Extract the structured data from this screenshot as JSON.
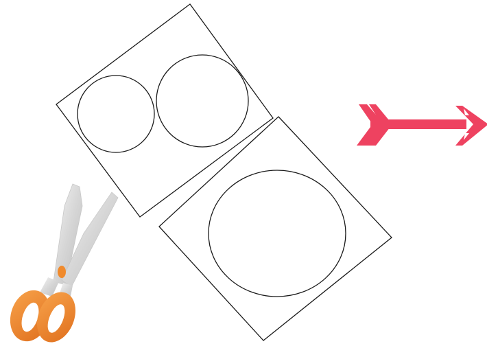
{
  "figure": {
    "description_free": true,
    "parts": {
      "upper_sheet": {
        "circles": 2
      },
      "lower_sheet": {
        "ovals": 1
      },
      "arrow": {
        "direction": "right"
      },
      "scissors": {
        "state": "open"
      }
    }
  },
  "colors": {
    "outline": "#1a1a1a",
    "arrow": "#ee4260",
    "scissors_handle": "#f08a2c",
    "scissors_handle_dark": "#d9691a",
    "scissors_blade": "#cfcfcf",
    "scissors_blade_light": "#eeeeee",
    "background": "#ffffff"
  },
  "icons": {
    "arrow": "right-arrow-icon",
    "scissors": "scissors-icon"
  }
}
